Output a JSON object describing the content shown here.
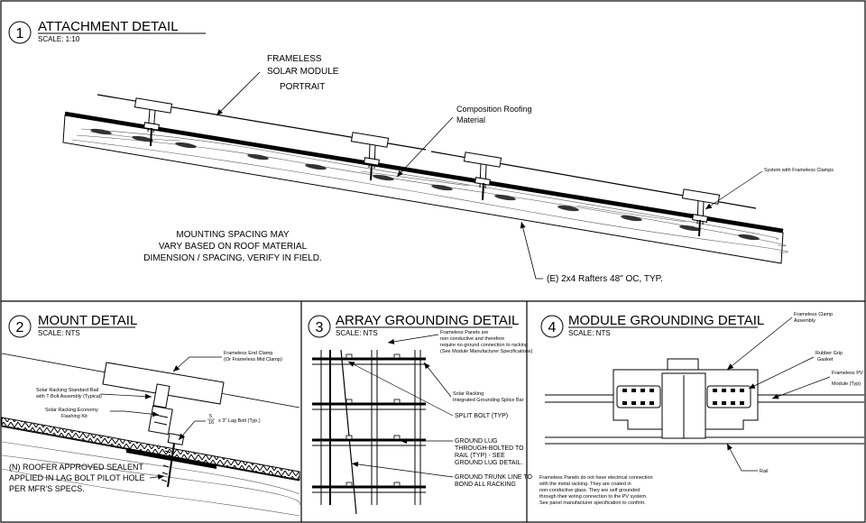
{
  "details": {
    "d1": {
      "number": "1",
      "title": "ATTACHMENT DETAIL",
      "scale": "SCALE: 1:10",
      "module_label": [
        "FRAMELESS",
        "SOLAR MODULE",
        "PORTRAIT"
      ],
      "roofing_label": [
        "Composition Roofing",
        "Material"
      ],
      "system_label": "System with Frameless Clamps",
      "note": [
        "MOUNTING SPACING MAY",
        "VARY BASED ON ROOF MATERIAL",
        "DIMENSION / SPACING, VERIFY IN FIELD."
      ],
      "rafters_label": "(E) 2x4 Rafters 48\" OC, TYP."
    },
    "d2": {
      "number": "2",
      "title": "MOUNT DETAIL",
      "scale": "SCALE: NTS",
      "end_clamp": [
        "Frameless End Clamp",
        "(Or Frameless Mid Clamp)"
      ],
      "rail": [
        "Solar Racking Standard Rail",
        "with T Bolt Assembly (Typical)"
      ],
      "flashing": [
        "Solar Racking Economy",
        "Flashing Kit"
      ],
      "lag_bolt": "x 3\" Lag Bolt (Typ.)",
      "lag_fraction_num": "5",
      "lag_fraction_den": "16",
      "note": [
        "(N) ROOFER APPROVED SEALENT",
        "APPLIED IN LAG BOLT PILOT HOLE",
        "PER MFR'S SPECS."
      ]
    },
    "d3": {
      "number": "3",
      "title": "ARRAY GROUNDING DETAIL",
      "scale": "SCALE: NTS",
      "panels_note": [
        "Frameless Panels are",
        "non conductive and therefore",
        "require no ground connection to racking",
        "(See Module Manufacturer Specifications)"
      ],
      "splice_bar": [
        "Solar Racking",
        "Integrated Grounding Splice Bar"
      ],
      "split_bolt": "SPLIT BOLT (TYP)",
      "ground_lug": [
        "GROUND LUG",
        "THROUGH-BOLTED TO",
        "RAIL (TYP) - SEE",
        "GROUND LUG DETAIL."
      ],
      "trunk_line": [
        "GROUND TRUNK LINE TO",
        "BOND ALL RACKING"
      ]
    },
    "d4": {
      "number": "4",
      "title": "MODULE GROUNDING DETAIL",
      "scale": "SCALE: NTS",
      "clamp_assembly": [
        "Frameless Clamp",
        "Assembly"
      ],
      "gasket": [
        "Rubber Grip",
        "Gasket"
      ],
      "pv_module": [
        "Frameless PV",
        "Module (Typ)"
      ],
      "rail": "Rail",
      "note": [
        "Frameless Panels do not have electrical connection",
        "with the metal racking. They are coated in",
        "non-conductive glass. They are self grounded",
        "through their wiring connection to the PV system.",
        "See panel manufacturer specification to confirm."
      ]
    }
  }
}
